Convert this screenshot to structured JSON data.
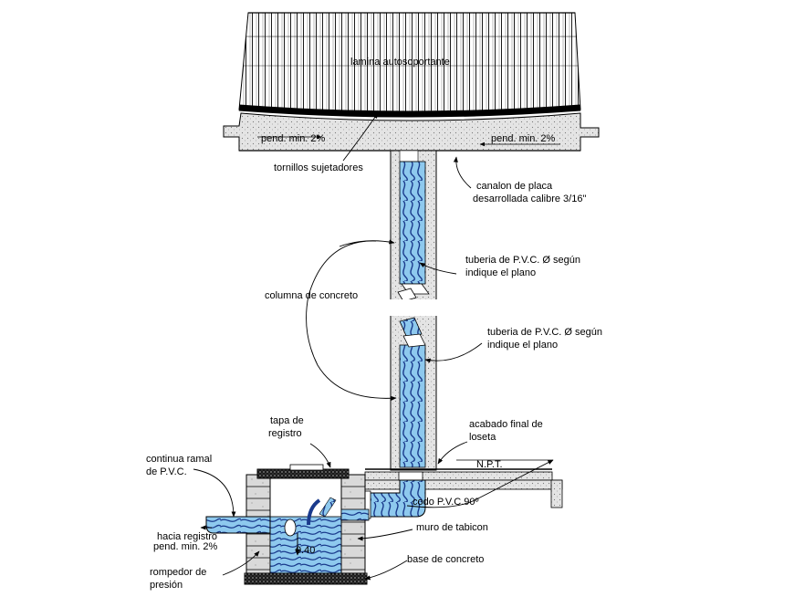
{
  "labels": {
    "roof_sheet": "lamina autosoportante",
    "slope_left": "pend. min. 2%",
    "slope_right": "pend. min. 2%",
    "screws": "tornillos  sujetadores",
    "gutter_1": "canalon de placa",
    "gutter_2": "desarrollada calibre 3/16\"",
    "pipe_a_1": "tuberia de P.V.C. Ø según",
    "pipe_a_2": "indique el plano",
    "column": "columna de concreto",
    "pipe_b_1": "tuberia de P.V.C. Ø según",
    "pipe_b_2": "indique el plano",
    "finish_1": "acabado final de",
    "finish_2": "loseta",
    "cover_1": "tapa de",
    "cover_2": "registro",
    "npt": "N.P.T.",
    "branch_1": "continua ramal",
    "branch_2": "de P.V.C.",
    "elbow": "codo P.V.C.90º",
    "wall": "muro de tabicon",
    "to_reg_1": "hacia registro",
    "to_reg_2": "pend. min. 2%",
    "dim": "0.40",
    "base": "base de concreto",
    "breaker_1": "rompedor de",
    "breaker_2": "presión"
  },
  "colors": {
    "water": "#8ec9ee",
    "water_wave": "#1a3a8c",
    "concrete": "#d6d6d6",
    "line": "#000000"
  }
}
